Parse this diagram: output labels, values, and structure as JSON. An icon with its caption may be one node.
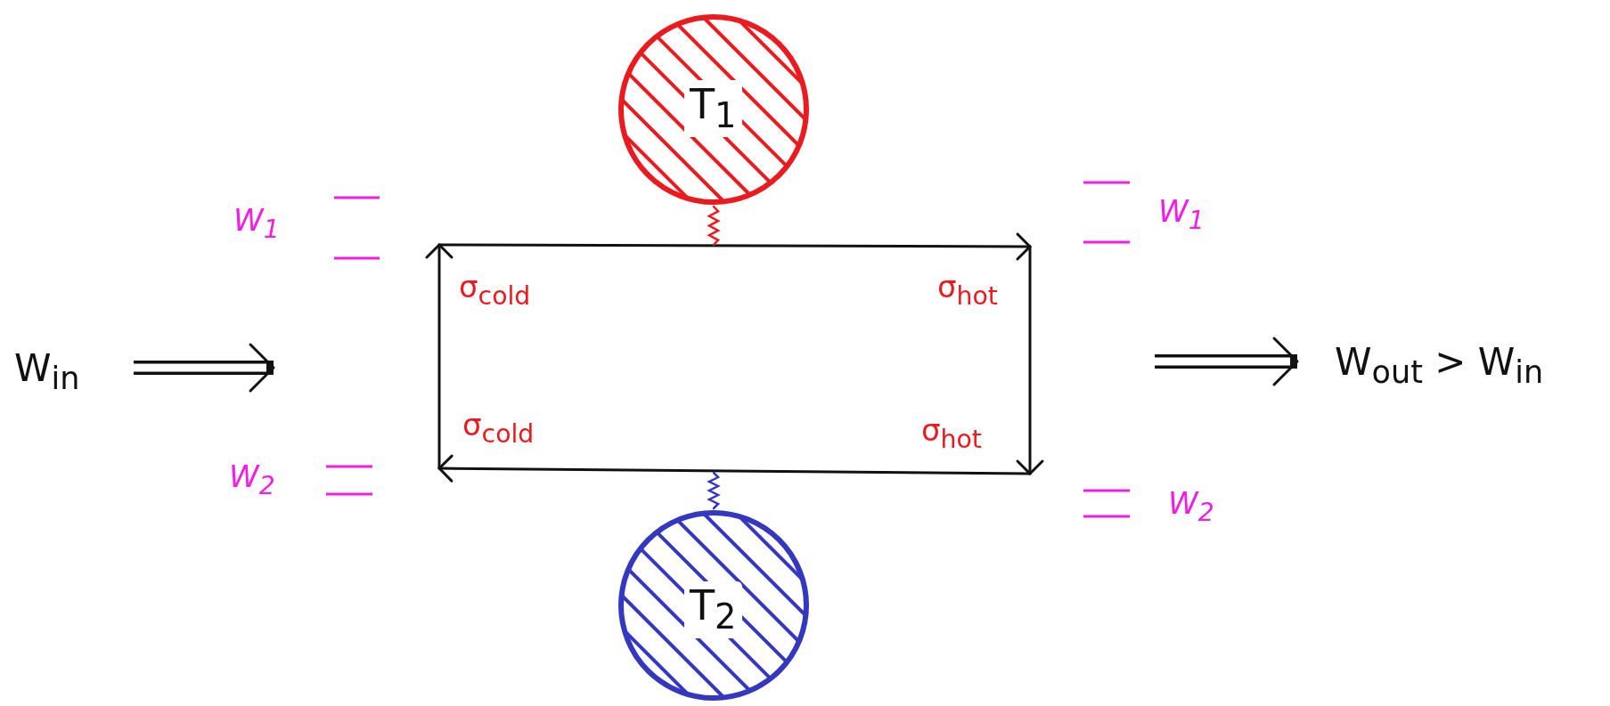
{
  "diagram": {
    "nodes": [
      {
        "text": [
          "T$_{1}$"
        ]
      },
      {
        "text": [
          "σ$_{cold}$"
        ]
      },
      {
        "text": [
          "σ$_{hot}$"
        ]
      },
      {
        "text": [
          "W$_{in}$"
        ]
      },
      {
        "text": [
          "W$_{out}$ > W$_{in}$"
        ]
      },
      {
        "text": [
          "σ$_{cold}$"
        ]
      },
      {
        "text": [
          "σ$_{hot}$"
        ]
      },
      {
        "text": [
          "T$_{2}$"
        ]
      }
    ],
    "edges": [
      {
        "from": 1,
        "to": 2,
        "arrow": "to"
      },
      {
        "from": 2,
        "to": 6,
        "arrow": "to"
      },
      {
        "from": 6,
        "to": 5,
        "arrow": "to"
      },
      {
        "from": 5,
        "to": 1,
        "arrow": "to"
      },
      {
        "from": 3,
        "to": null,
        "arrow": "to",
        "style": "thick"
      },
      {
        "from": null,
        "to": 4,
        "arrow": "to",
        "style": "thick"
      },
      {
        "from": 0,
        "to": null,
        "arrow": "none",
        "color": "#ea1a1f"
      },
      {
        "from": null,
        "to": 7,
        "arrow": "none",
        "color": "#3437c0"
      }
    ],
    "labels": [
      "W$_{1}$",
      "W$_{1}$",
      "W$_{2}$",
      "W$_{2}$"
    ]
  }
}
